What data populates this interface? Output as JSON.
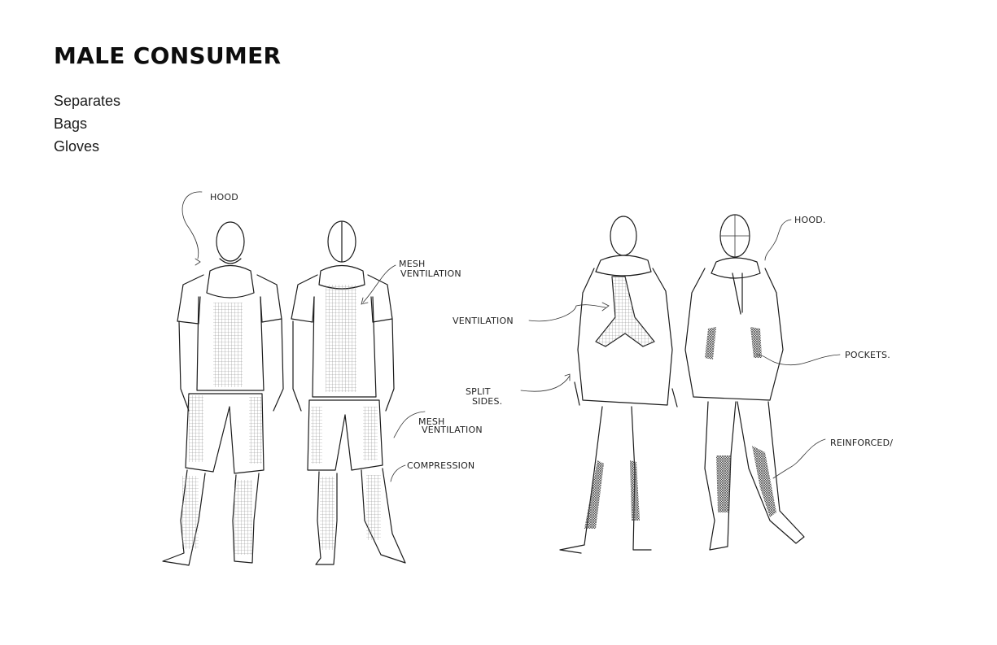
{
  "header": {
    "title": "MALE CONSUMER"
  },
  "categories": [
    "Separates",
    "Bags",
    "Gloves"
  ],
  "annotations": {
    "hood_left": "HOOD",
    "mesh_ventilation_top_1": "MESH",
    "mesh_ventilation_top_2": "VENTILATION",
    "mesh_ventilation_shorts_1": "MESH",
    "mesh_ventilation_shorts_2": "VENTILATION",
    "compression": "COMPRESSION",
    "ventilation": "VENTILATION",
    "split_sides_1": "SPLIT",
    "split_sides_2": "SIDES.",
    "hood_right": "HOOD.",
    "pockets": "POCKETS.",
    "reinforced": "REINFORCED/"
  }
}
